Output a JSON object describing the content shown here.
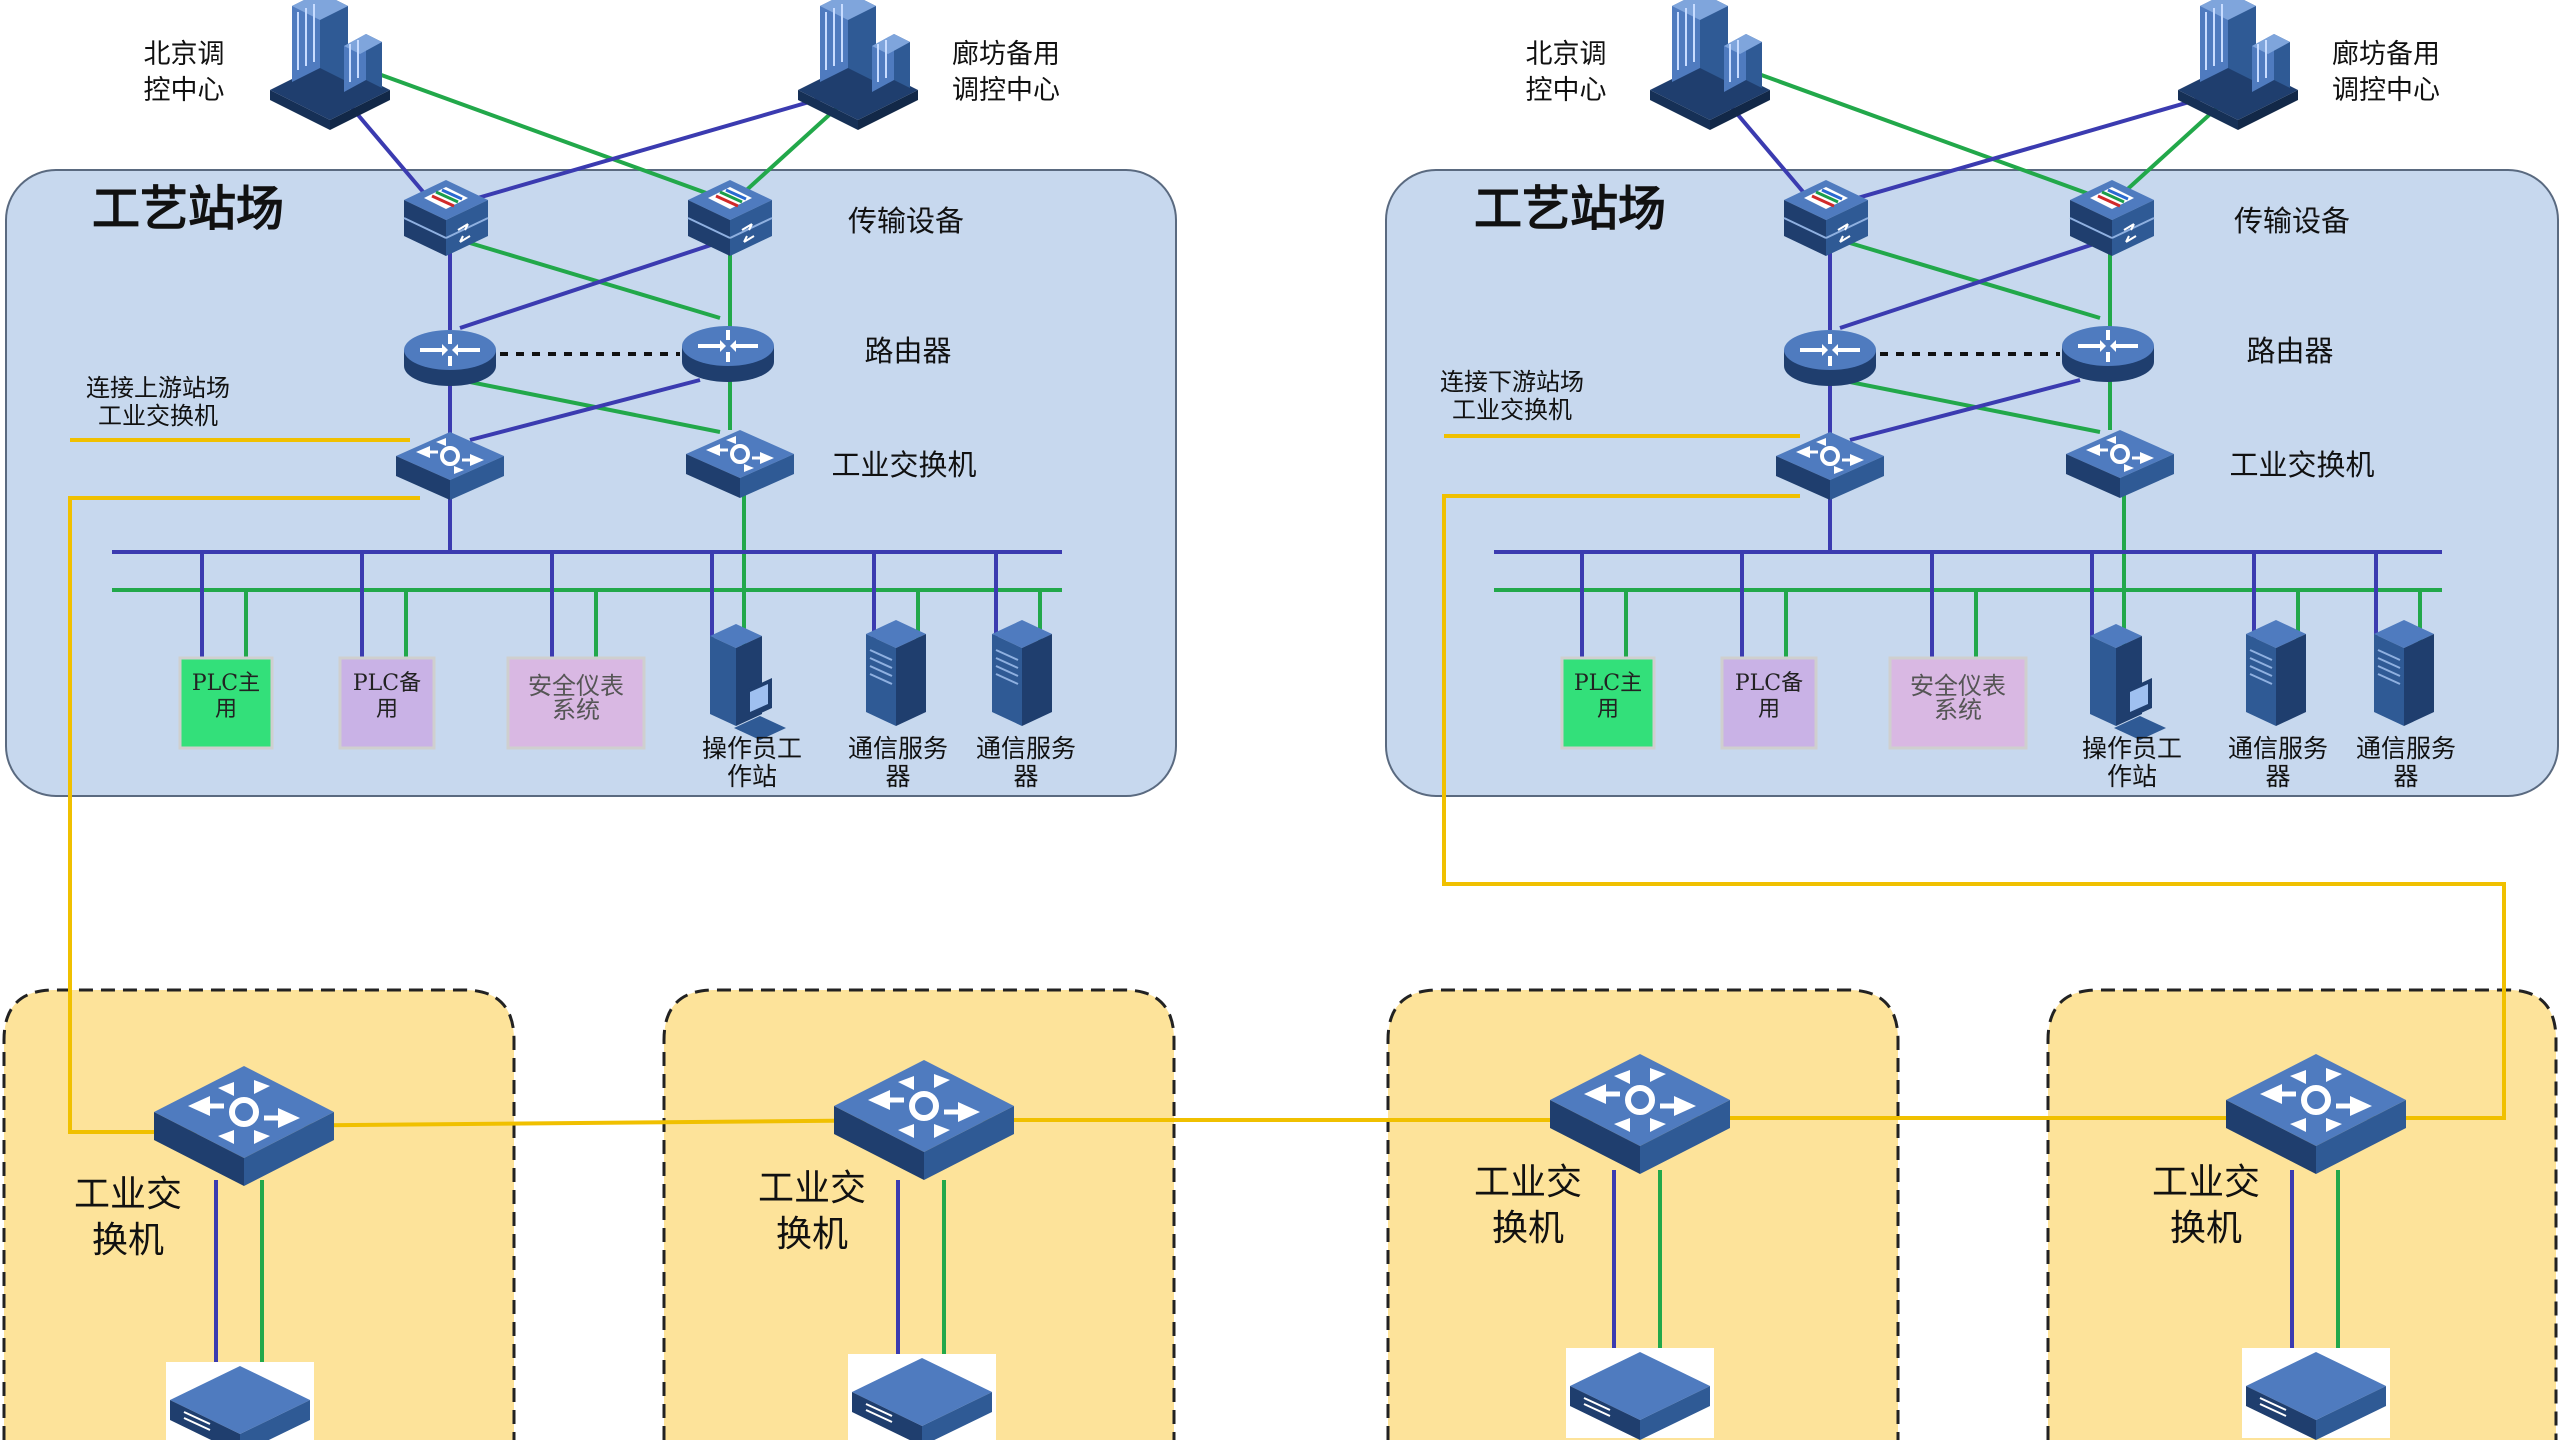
{
  "colors": {
    "station_bg": "#c7d8ee",
    "station_border": "#5a6a80",
    "field_bg": "#fde39a",
    "field_border": "#222222",
    "line_blue": "#3b3bb0",
    "line_green": "#22a84a",
    "line_yellow": "#f0c000",
    "device_dark": "#1f3e6e",
    "device_mid": "#2f5a95",
    "device_light": "#4f7bbf",
    "plc_main": "#33e07a",
    "plc_backup": "#c9b2e6",
    "sis": "#d9b8e3"
  },
  "icons": [
    "building-icon",
    "transmission-device-icon",
    "router-icon",
    "industrial-switch-icon",
    "server-icon",
    "workstation-icon",
    "rack-device-icon"
  ],
  "stations": [
    {
      "title": "工艺站场",
      "control_center_main": [
        "北京调",
        "控中心"
      ],
      "control_center_backup": [
        "廊坊备用",
        "调控中心"
      ],
      "transmission_label": "传输设备",
      "router_label": "路由器",
      "switch_label": "工业交换机",
      "upstream_label": [
        "连接上游站场",
        "工业交换机"
      ],
      "plc_main": [
        "PLC主",
        "用"
      ],
      "plc_backup": [
        "PLC备",
        "用"
      ],
      "sis": [
        "安全仪表",
        "系统"
      ],
      "workstation": [
        "操作员工",
        "作站"
      ],
      "comm_server_1": [
        "通信服务",
        "器"
      ],
      "comm_server_2": [
        "通信服务",
        "器"
      ]
    },
    {
      "title": "工艺站场",
      "control_center_main": [
        "北京调",
        "控中心"
      ],
      "control_center_backup": [
        "廊坊备用",
        "调控中心"
      ],
      "transmission_label": "传输设备",
      "router_label": "路由器",
      "switch_label": "工业交换机",
      "upstream_label": [
        "连接下游站场",
        "工业交换机"
      ],
      "plc_main": [
        "PLC主",
        "用"
      ],
      "plc_backup": [
        "PLC备",
        "用"
      ],
      "sis": [
        "安全仪表",
        "系统"
      ],
      "workstation": [
        "操作员工",
        "作站"
      ],
      "comm_server_1": [
        "通信服务",
        "器"
      ],
      "comm_server_2": [
        "通信服务",
        "器"
      ]
    }
  ],
  "field_sites": [
    {
      "switch_label": [
        "工业交",
        "换机"
      ]
    },
    {
      "switch_label": [
        "工业交",
        "换机"
      ]
    },
    {
      "switch_label": [
        "工业交",
        "换机"
      ]
    },
    {
      "switch_label": [
        "工业交",
        "换机"
      ]
    }
  ]
}
